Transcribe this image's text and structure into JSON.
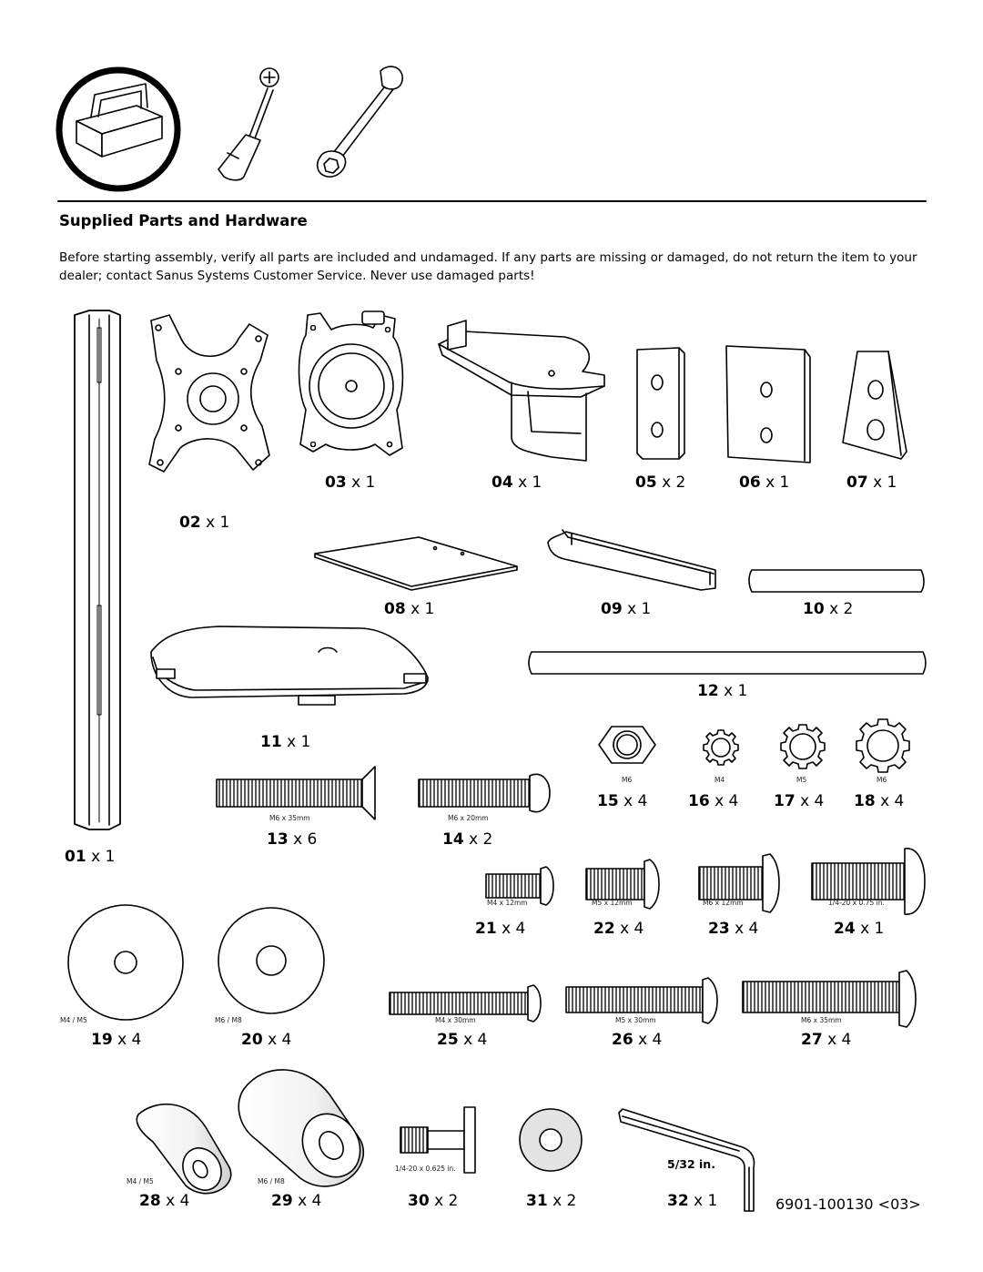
{
  "section": {
    "title": "Supplied Parts and Hardware",
    "intro": "Before starting assembly, verify all parts are included and undamaged. If any parts are missing or damaged, do not return the item to your dealer; contact Sanus Systems Customer Service. Never use damaged parts!"
  },
  "tools": [
    "toolbox-icon",
    "phillips-screwdriver-icon",
    "wrench-icon"
  ],
  "parts": [
    {
      "num": "01",
      "qty": "x 1"
    },
    {
      "num": "02",
      "qty": "x 1"
    },
    {
      "num": "03",
      "qty": "x 1"
    },
    {
      "num": "04",
      "qty": "x 1"
    },
    {
      "num": "05",
      "qty": "x 2"
    },
    {
      "num": "06",
      "qty": "x 1"
    },
    {
      "num": "07",
      "qty": "x 1"
    },
    {
      "num": "08",
      "qty": "x 1"
    },
    {
      "num": "09",
      "qty": "x 1"
    },
    {
      "num": "10",
      "qty": "x 2"
    },
    {
      "num": "11",
      "qty": "x 1"
    },
    {
      "num": "12",
      "qty": "x 1"
    },
    {
      "num": "13",
      "qty": "x 6"
    },
    {
      "num": "14",
      "qty": "x 2"
    },
    {
      "num": "15",
      "qty": "x 4"
    },
    {
      "num": "16",
      "qty": "x 4"
    },
    {
      "num": "17",
      "qty": "x 4"
    },
    {
      "num": "18",
      "qty": "x 4"
    },
    {
      "num": "19",
      "qty": "x 4"
    },
    {
      "num": "20",
      "qty": "x 4"
    },
    {
      "num": "21",
      "qty": "x 4"
    },
    {
      "num": "22",
      "qty": "x 4"
    },
    {
      "num": "23",
      "qty": "x 4"
    },
    {
      "num": "24",
      "qty": "x 1"
    },
    {
      "num": "25",
      "qty": "x 4"
    },
    {
      "num": "26",
      "qty": "x 4"
    },
    {
      "num": "27",
      "qty": "x 4"
    },
    {
      "num": "28",
      "qty": "x 4"
    },
    {
      "num": "29",
      "qty": "x 4"
    },
    {
      "num": "30",
      "qty": "x 2"
    },
    {
      "num": "31",
      "qty": "x 2"
    },
    {
      "num": "32",
      "qty": "x 1"
    }
  ],
  "sizes": {
    "p13": "M6 x 35mm",
    "p14": "M6 x 20mm",
    "p15": "M6",
    "p16": "M4",
    "p17": "M5",
    "p18": "M6",
    "p19": "M4 / M5",
    "p20": "M6 / M8",
    "p21": "M4 x 12mm",
    "p22": "M5 x 12mm",
    "p23": "M6 x 12mm",
    "p24": "1/4-20 x 0.75 in.",
    "p25": "M4 x 30mm",
    "p26": "M5 x 30mm",
    "p27": "M6 x 35mm",
    "p28": "M4 / M5",
    "p29": "M6 / M8",
    "p30": "1/4-20 x 0.625 in."
  },
  "allen_key_size": "5/32 in.",
  "footer": "6901-100130 <03>"
}
